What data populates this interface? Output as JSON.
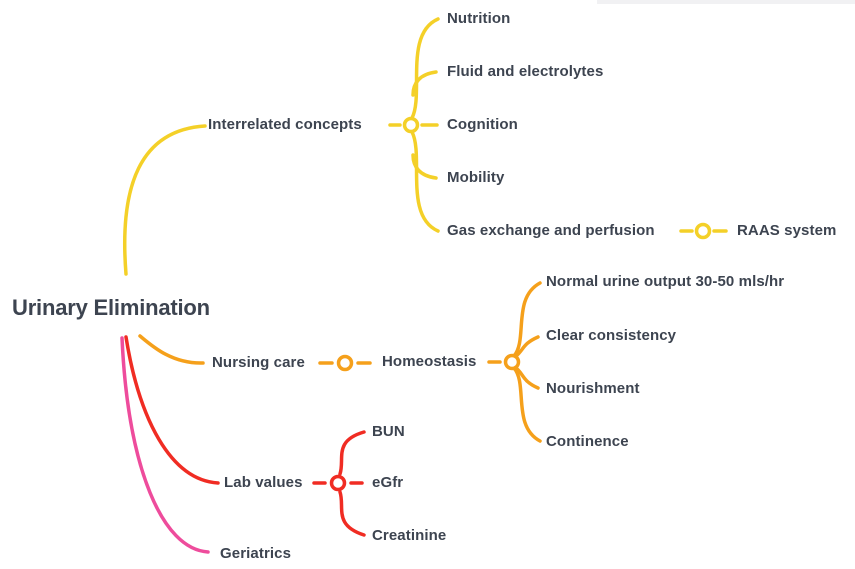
{
  "palette": {
    "branch_yellow": "#F4D028",
    "branch_orange": "#F5A01B",
    "branch_red": "#F02C23",
    "branch_pink": "#EE4C9C",
    "text": "#3D4450",
    "background": "#FFFFFF"
  },
  "mindmap": {
    "root": "Urinary Elimination",
    "branches": [
      {
        "label": "Interrelated concepts",
        "color": "#F4D028",
        "children": [
          {
            "label": "Nutrition"
          },
          {
            "label": "Fluid and electrolytes"
          },
          {
            "label": "Cognition"
          },
          {
            "label": "Mobility"
          },
          {
            "label": "Gas exchange and perfusion",
            "children": [
              {
                "label": "RAAS system"
              }
            ]
          }
        ]
      },
      {
        "label": "Nursing care",
        "color": "#F5A01B",
        "children": [
          {
            "label": "Homeostasis",
            "children": [
              {
                "label": "Normal urine output 30-50 mls/hr"
              },
              {
                "label": "Clear consistency"
              },
              {
                "label": "Nourishment"
              },
              {
                "label": "Continence"
              }
            ]
          }
        ]
      },
      {
        "label": "Lab values",
        "color": "#F02C23",
        "children": [
          {
            "label": "BUN"
          },
          {
            "label": "eGfr"
          },
          {
            "label": "Creatinine"
          }
        ]
      },
      {
        "label": "Geriatrics",
        "color": "#EE4C9C",
        "children": []
      }
    ]
  }
}
